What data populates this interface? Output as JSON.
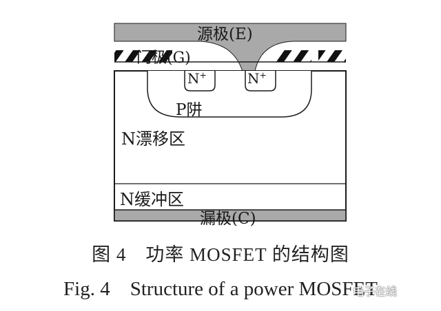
{
  "labels": {
    "source": "源极(E)",
    "gate": "门极(G)",
    "nplus": "N",
    "nplus_sup": "+",
    "pwell": "P阱",
    "ndrift": "N漂移区",
    "nbuffer": "N缓冲区",
    "drain": "漏极(C)"
  },
  "caption": {
    "zh": "图 4　功率 MOSFET 的结构图",
    "en": "Fig. 4　Structure of a power MOSFET"
  },
  "watermark": "电子在线",
  "colors": {
    "metal": "#a9a9a9",
    "outline": "#1a1a1a",
    "hatch": "#111111",
    "background": "#ffffff"
  }
}
